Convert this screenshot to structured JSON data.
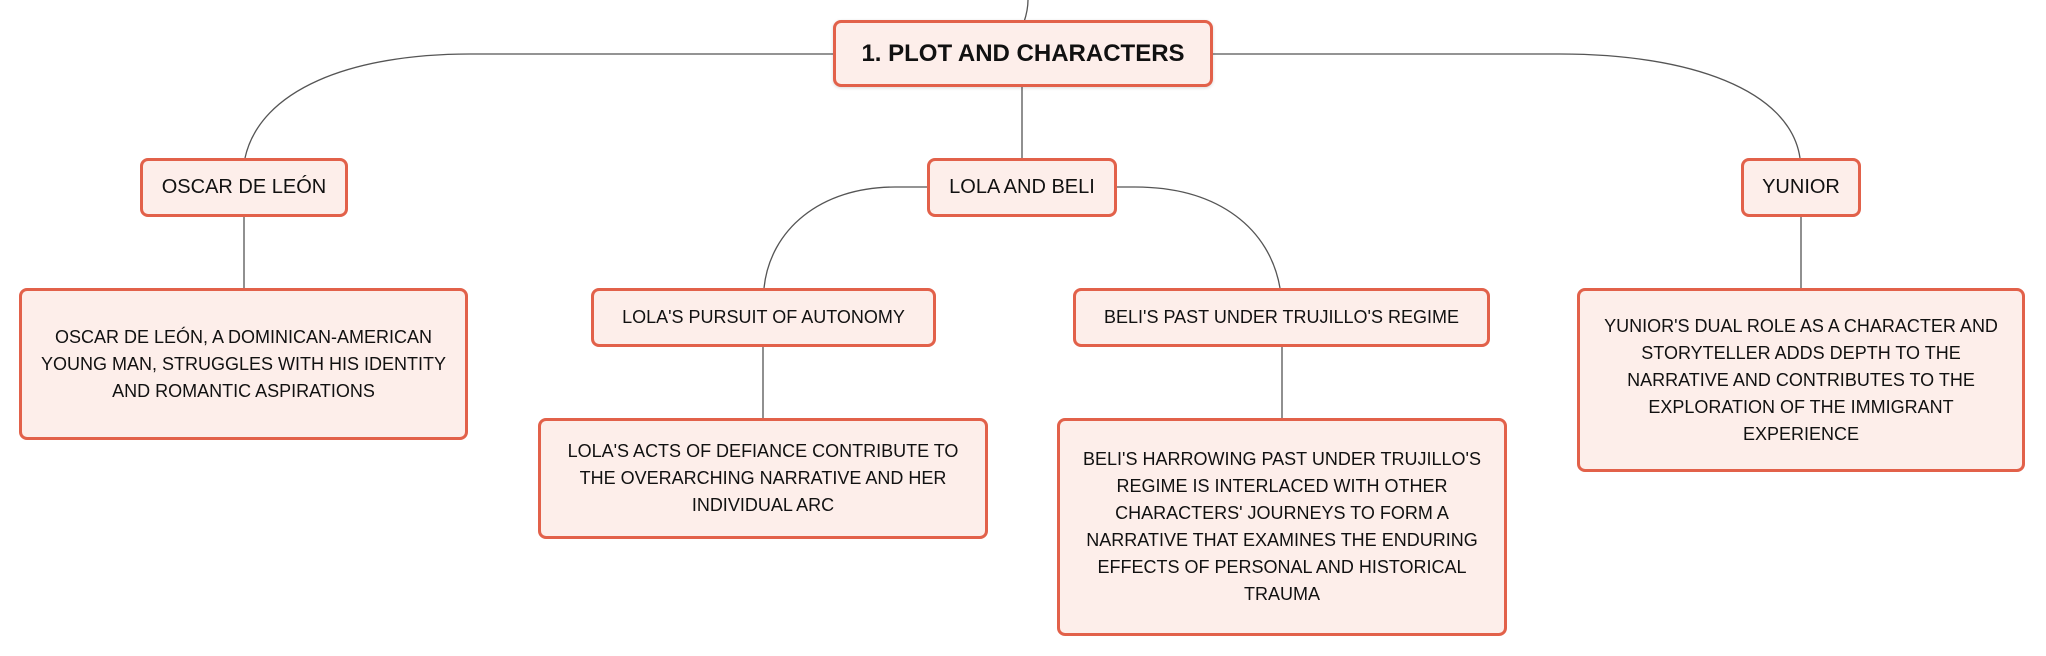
{
  "colors": {
    "node_fill": "#fdeeea",
    "node_border": "#e2614a",
    "connector": "#555555"
  },
  "root": {
    "label": "1. PLOT AND CHARACTERS"
  },
  "branches": [
    {
      "label": "OSCAR DE LEÓN",
      "detail": "OSCAR DE LEÓN, A DOMINICAN-AMERICAN YOUNG MAN, STRUGGLES WITH HIS IDENTITY AND ROMANTIC ASPIRATIONS"
    },
    {
      "label": "LOLA AND BELI",
      "subtopics": [
        {
          "label": "LOLA'S PURSUIT OF AUTONOMY",
          "detail": "LOLA'S ACTS OF DEFIANCE CONTRIBUTE TO THE OVERARCHING NARRATIVE AND HER INDIVIDUAL ARC"
        },
        {
          "label": "BELI'S PAST UNDER TRUJILLO'S REGIME",
          "detail": "BELI'S HARROWING PAST UNDER TRUJILLO'S REGIME IS INTERLACED WITH OTHER CHARACTERS' JOURNEYS TO FORM A NARRATIVE THAT EXAMINES THE ENDURING EFFECTS OF PERSONAL AND HISTORICAL TRAUMA"
        }
      ]
    },
    {
      "label": "YUNIOR",
      "detail": "YUNIOR'S DUAL ROLE AS A CHARACTER AND STORYTELLER ADDS DEPTH TO THE NARRATIVE AND CONTRIBUTES TO THE EXPLORATION OF THE IMMIGRANT EXPERIENCE"
    }
  ]
}
